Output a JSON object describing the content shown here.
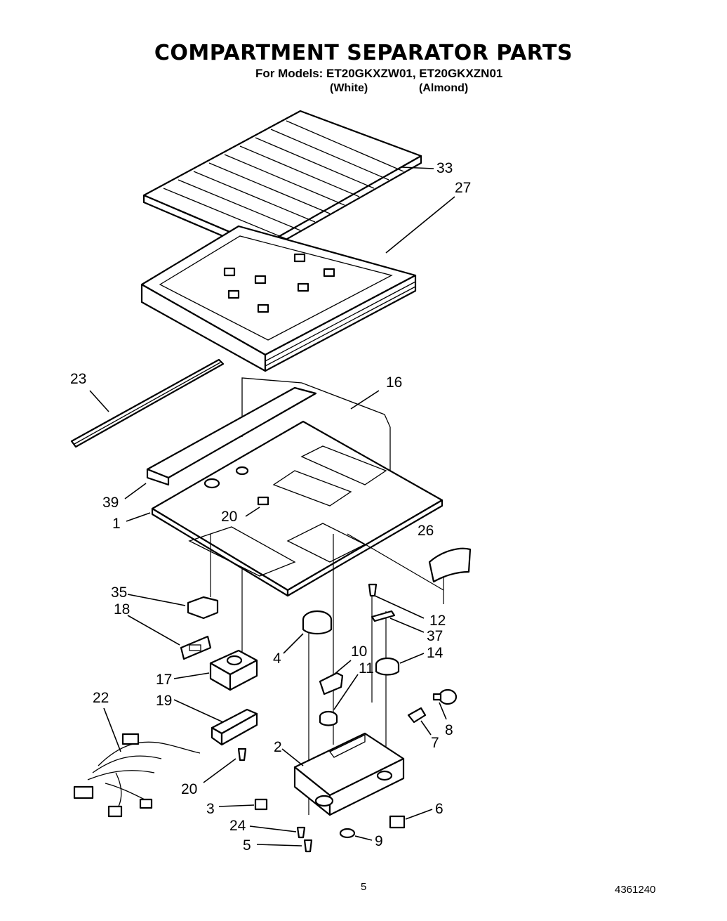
{
  "header": {
    "title": "COMPARTMENT SEPARATOR PARTS",
    "models_line": "For Models: ET20GKXZW01, ET20GKXZN01",
    "variant_white": "(White)",
    "variant_almond": "(Almond)"
  },
  "callouts": [
    {
      "id": "33",
      "text": "33"
    },
    {
      "id": "27",
      "text": "27"
    },
    {
      "id": "23",
      "text": "23"
    },
    {
      "id": "16",
      "text": "16"
    },
    {
      "id": "39",
      "text": "39"
    },
    {
      "id": "1",
      "text": "1"
    },
    {
      "id": "20a",
      "text": "20"
    },
    {
      "id": "26",
      "text": "26"
    },
    {
      "id": "35",
      "text": "35"
    },
    {
      "id": "18",
      "text": "18"
    },
    {
      "id": "12",
      "text": "12"
    },
    {
      "id": "37",
      "text": "37"
    },
    {
      "id": "4",
      "text": "4"
    },
    {
      "id": "10",
      "text": "10"
    },
    {
      "id": "14",
      "text": "14"
    },
    {
      "id": "17",
      "text": "17"
    },
    {
      "id": "11",
      "text": "11"
    },
    {
      "id": "22",
      "text": "22"
    },
    {
      "id": "19",
      "text": "19"
    },
    {
      "id": "8",
      "text": "8"
    },
    {
      "id": "7",
      "text": "7"
    },
    {
      "id": "2",
      "text": "2"
    },
    {
      "id": "20b",
      "text": "20"
    },
    {
      "id": "3",
      "text": "3"
    },
    {
      "id": "6",
      "text": "6"
    },
    {
      "id": "24",
      "text": "24"
    },
    {
      "id": "9",
      "text": "9"
    },
    {
      "id": "5",
      "text": "5"
    }
  ],
  "footer": {
    "page_number": "5",
    "doc_number": "4361240"
  }
}
